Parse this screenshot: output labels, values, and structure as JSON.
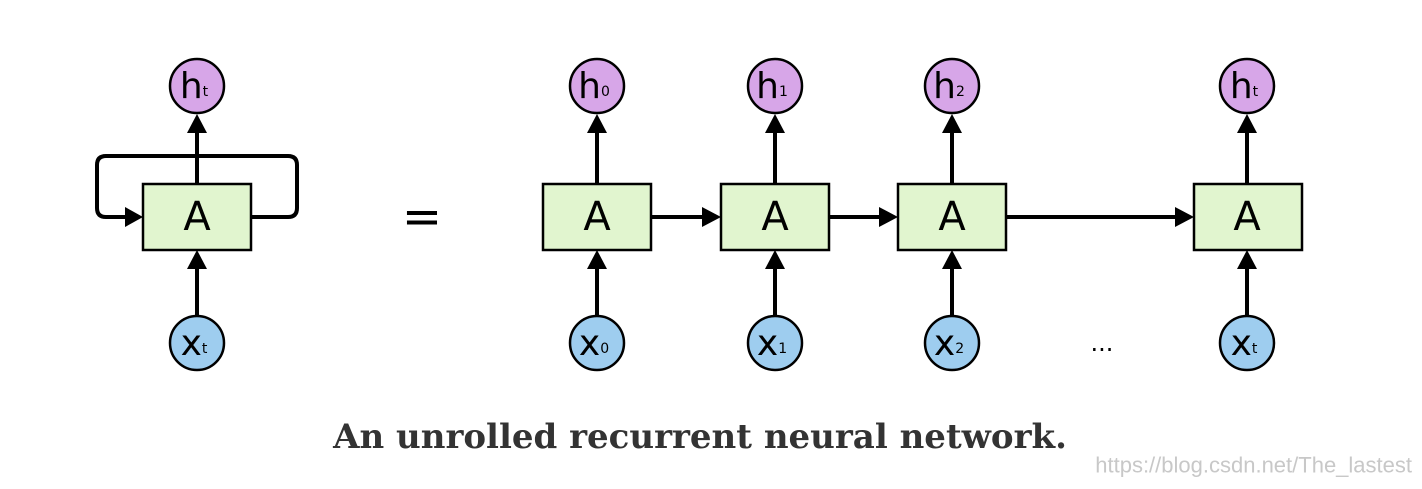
{
  "equals": "=",
  "ellipsis": "...",
  "caption": "An unrolled recurrent neural network.",
  "watermark": "https://blog.csdn.net/The_lastest",
  "folded": {
    "cell": "A",
    "output": {
      "main": "h",
      "sub": "t"
    },
    "input": {
      "main": "x",
      "sub": "t"
    }
  },
  "unrolled": [
    {
      "cell": "A",
      "output": {
        "main": "h",
        "sub": "0"
      },
      "input": {
        "main": "x",
        "sub": "0"
      }
    },
    {
      "cell": "A",
      "output": {
        "main": "h",
        "sub": "1"
      },
      "input": {
        "main": "x",
        "sub": "1"
      }
    },
    {
      "cell": "A",
      "output": {
        "main": "h",
        "sub": "2"
      },
      "input": {
        "main": "x",
        "sub": "2"
      }
    },
    {
      "cell": "A",
      "output": {
        "main": "h",
        "sub": "t"
      },
      "input": {
        "main": "x",
        "sub": "t"
      }
    }
  ],
  "colors": {
    "cell_fill": "#e1f5cf",
    "output_node_fill": "#d7a6e8",
    "input_node_fill": "#9ecdef",
    "caption_text": "#333333",
    "watermark_text": "#c8c8c8"
  }
}
